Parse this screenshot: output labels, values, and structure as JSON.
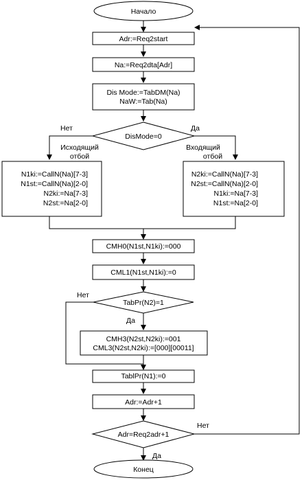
{
  "diagram": {
    "start": "Начало",
    "end": "Конец",
    "steps": {
      "adr_init": "Adr:=Req2start",
      "na_read": "Na:=Req2dta[Adr]",
      "dismode_1": "Dis Mode:=TabDM(Na)",
      "dismode_2": "NaW:=Tab(Na)",
      "left_1": "N1ki:=CallN(Na)[7-3]",
      "left_2": "N1st:=CallN(Na)[2-0]",
      "left_3": "N2ki:=Na[7-3]",
      "left_4": "N2st:=Na[2-0]",
      "right_1": "N2ki:=CallN(Na)[7-3]",
      "right_2": "N2st:=CallN(Na)[2-0]",
      "right_3": "N1ki:=Na[7-3]",
      "right_4": "N1st:=Na[2-0]",
      "cmh0": "CMH0(N1st,N1ki):=000",
      "cml1": "CML1(N1st,N1ki):=0",
      "cmh3_1": "CMH3(N2st,N2ki):=001",
      "cmh3_2": "CML3(N2st,N2ki):=[000][00011]",
      "tablpr": "TablPr(N1):=0",
      "adr_inc": "Adr:=Adr+1"
    },
    "decisions": {
      "dismode": "DisMode=0",
      "tabpr": "TabPr(N2)=1",
      "adr_end": "Adr=Req2adr+1"
    },
    "branch_labels": {
      "dismode_no": "Нет",
      "dismode_yes": "Да",
      "left_caption_1": "Исходящий",
      "left_caption_2": "отбой",
      "right_caption_1": "Входящий",
      "right_caption_2": "отбой",
      "tabpr_no": "Нет",
      "tabpr_yes": "Да",
      "adr_end_no": "Нет",
      "adr_end_yes": "Да"
    }
  }
}
